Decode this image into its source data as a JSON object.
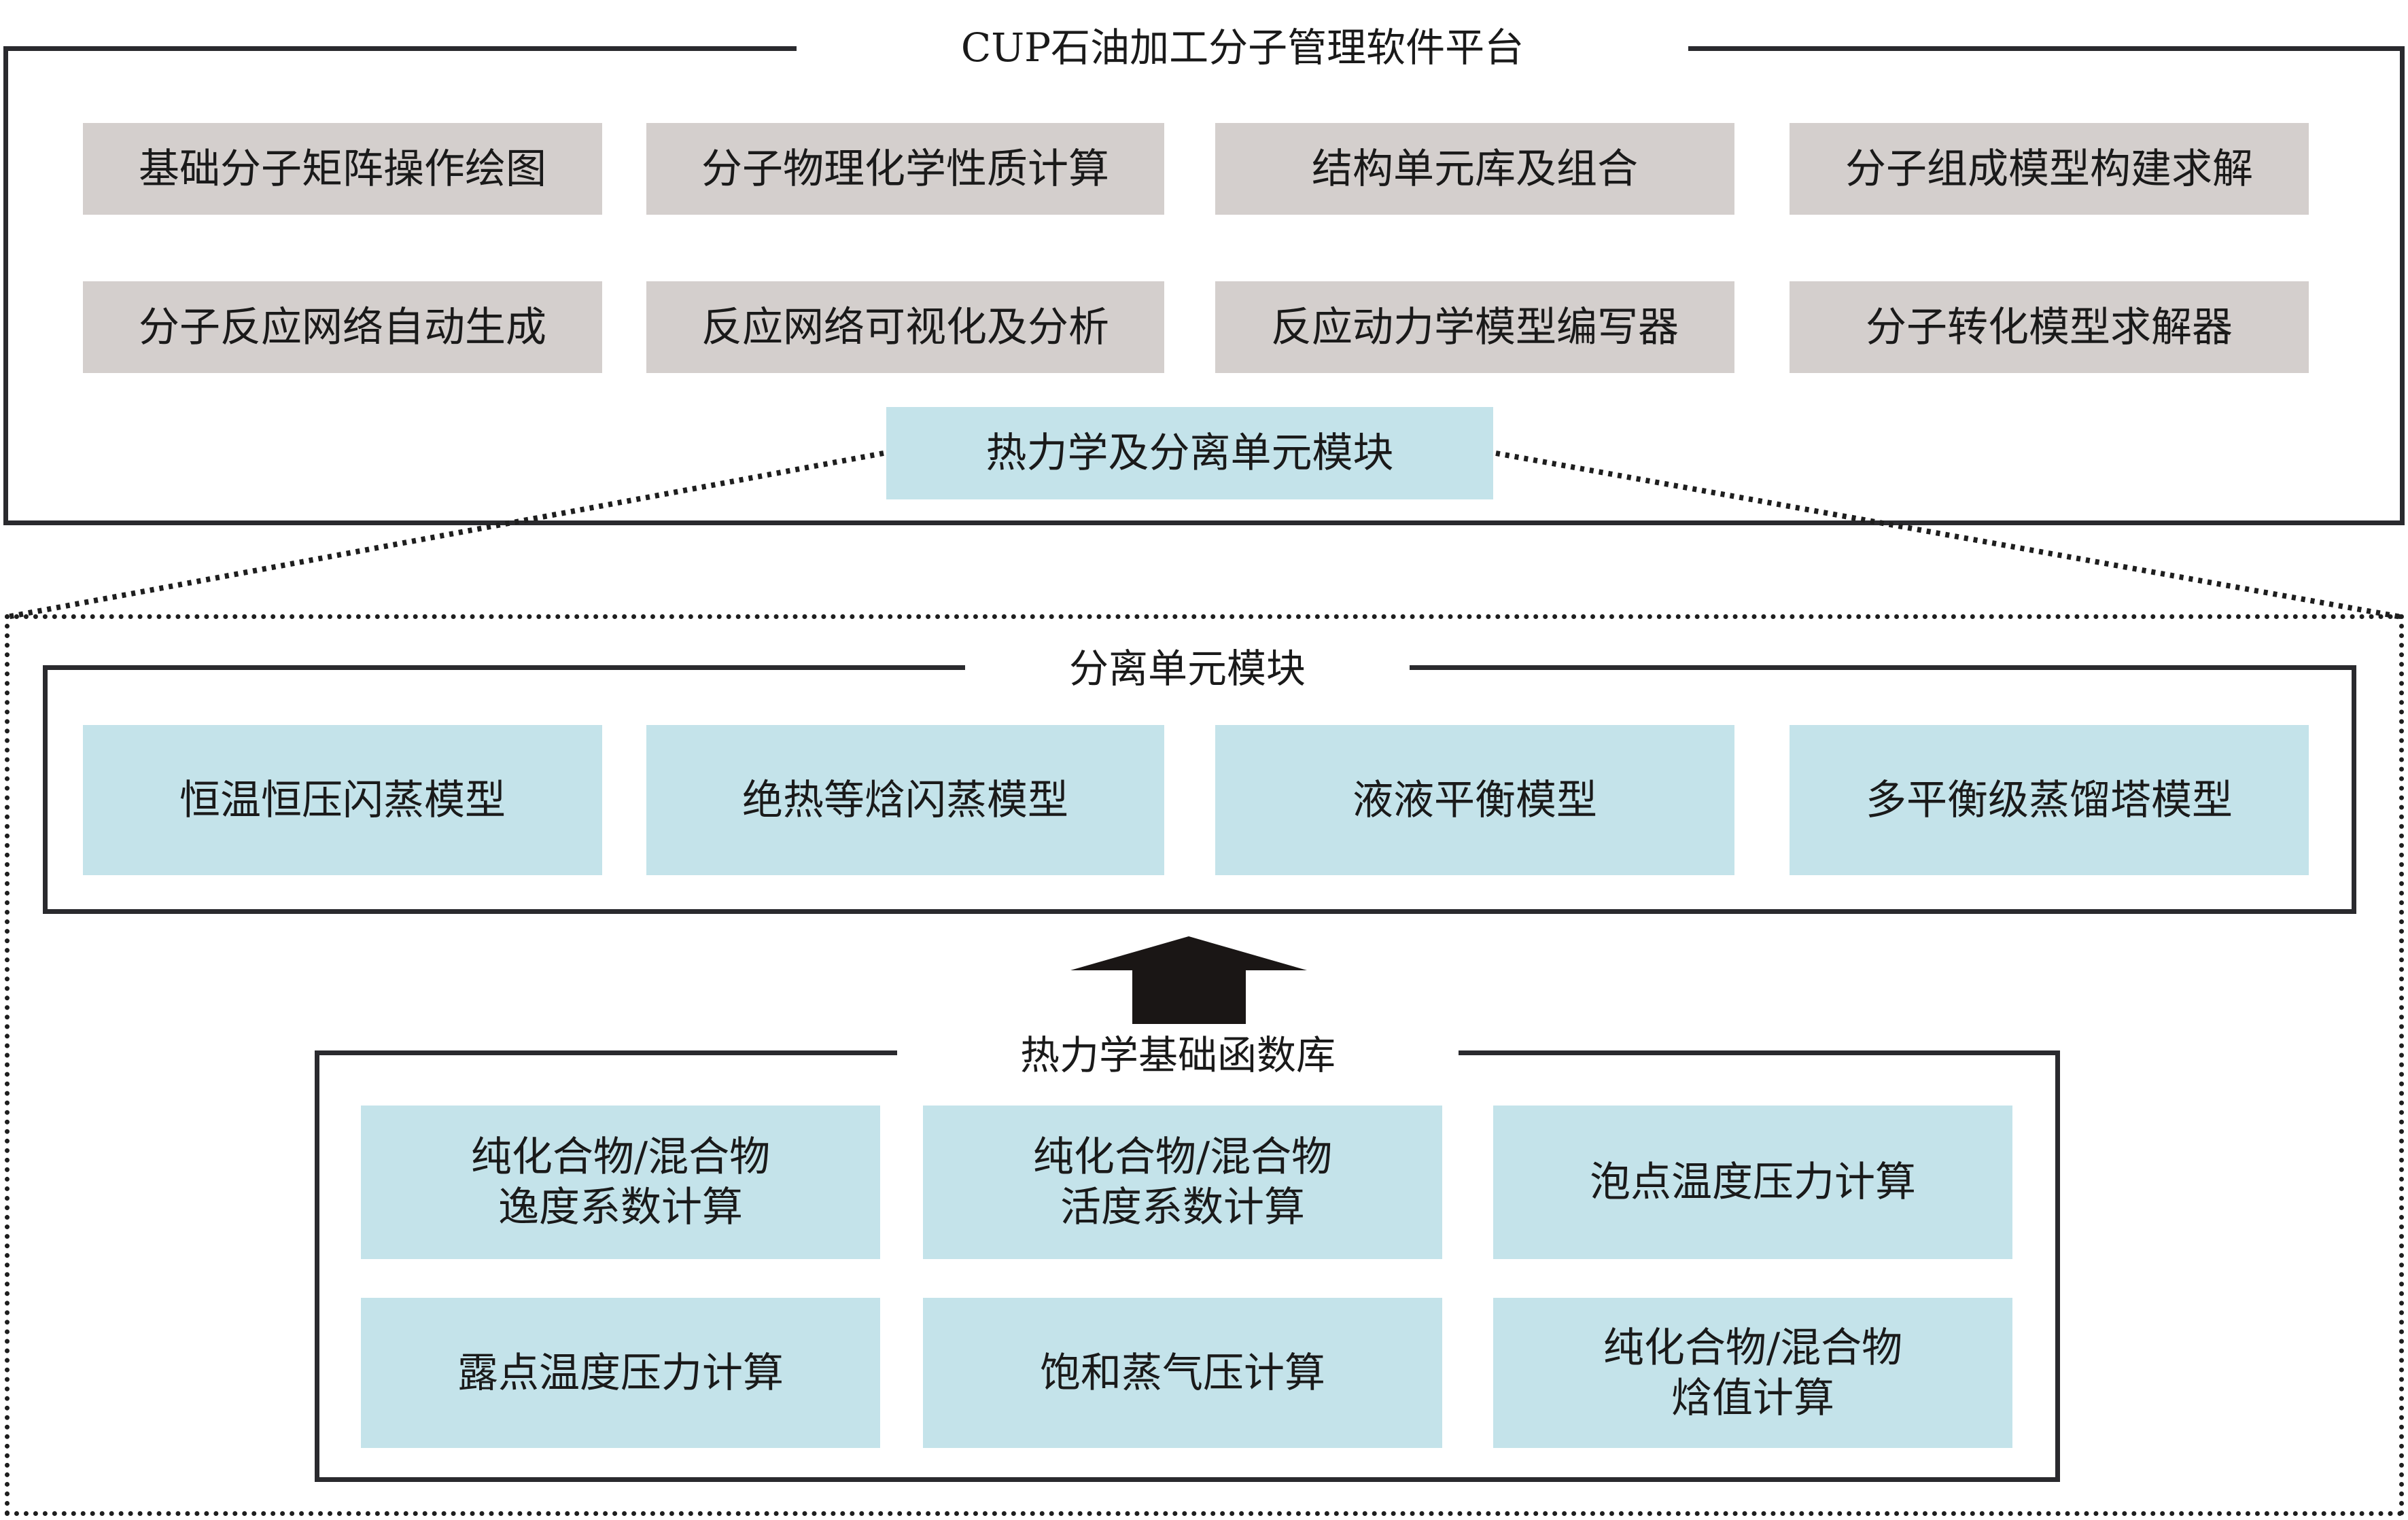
{
  "platform": {
    "title": "CUP石油加工分子管理软件平台",
    "modules": [
      {
        "label": "基础分子矩阵操作绘图"
      },
      {
        "label": "分子物理化学性质计算"
      },
      {
        "label": "结构单元库及组合"
      },
      {
        "label": "分子组成模型构建求解"
      },
      {
        "label": "分子反应网络自动生成"
      },
      {
        "label": "反应网络可视化及分析"
      },
      {
        "label": "反应动力学模型编写器"
      },
      {
        "label": "分子转化模型求解器"
      }
    ],
    "highlight_module": {
      "label": "热力学及分离单元模块"
    }
  },
  "separation": {
    "title": "分离单元模块",
    "modules": [
      {
        "label": "恒温恒压闪蒸模型"
      },
      {
        "label": "绝热等焓闪蒸模型"
      },
      {
        "label": "液液平衡模型"
      },
      {
        "label": "多平衡级蒸馏塔模型"
      }
    ]
  },
  "arrow": {
    "icon": "up-arrow-icon",
    "direction": "up"
  },
  "thermo_library": {
    "title": "热力学基础函数库",
    "functions": [
      {
        "line1": "纯化合物/混合物",
        "line2": "逸度系数计算"
      },
      {
        "line1": "纯化合物/混合物",
        "line2": "活度系数计算"
      },
      {
        "line1": "泡点温度压力计算",
        "line2": ""
      },
      {
        "line1": "露点温度压力计算",
        "line2": ""
      },
      {
        "line1": "饱和蒸气压计算",
        "line2": ""
      },
      {
        "line1": "纯化合物/混合物",
        "line2": "焓值计算"
      }
    ]
  },
  "colors": {
    "platform_module_bg": "#d4cfcd",
    "thermo_module_bg": "#c4e3ea",
    "frame": "#2a2a2e"
  }
}
